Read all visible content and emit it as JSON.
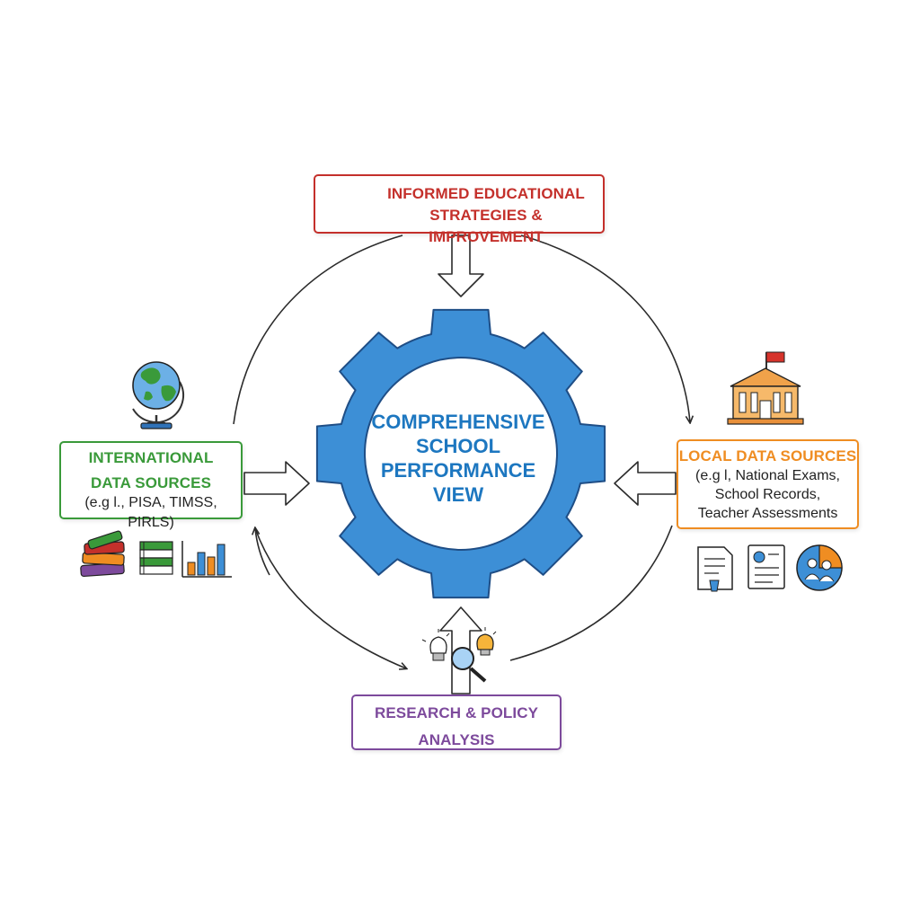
{
  "center": {
    "title": "COMPREHENSIVE\nSCHOOL\nPERFORMANCE\nVIEW"
  },
  "top": {
    "title": "INFORMED EDUCATIONAL STRATEGIES & IMPROVEMENT"
  },
  "left": {
    "title": "INTERNATIONAL",
    "title2": "DATA SOURCES",
    "examples": "(e.g l., PISA, TIMSS, PIRLS)"
  },
  "right": {
    "title": "LOCAL DATA SOURCES",
    "line1": "(e.g l, National Exams,",
    "line2": "School Records,",
    "line3": "Teacher Assessments"
  },
  "bottom": {
    "title": "RESEARCH & POLICY",
    "title2": "ANALYSIS"
  },
  "colors": {
    "gear": "#3d8fd6",
    "gear_outline": "#1f4e86",
    "center_text": "#1d77c0",
    "top": "#c4302b",
    "left": "#3a9a3a",
    "right": "#ef8d22",
    "bottom": "#7d4a9c",
    "arrow": "#2b2b2b"
  },
  "icons": {
    "top": [
      "graduation-cap-icon",
      "trend-up-arrow-icon"
    ],
    "left": [
      "globe-icon",
      "books-stack-icon",
      "binders-icon",
      "bar-chart-icon"
    ],
    "right": [
      "school-building-icon",
      "document-icon",
      "profile-card-icon",
      "pie-people-icon"
    ],
    "bottom": [
      "lightbulb-icon",
      "magnifier-icon",
      "lightbulb-lit-icon"
    ]
  }
}
